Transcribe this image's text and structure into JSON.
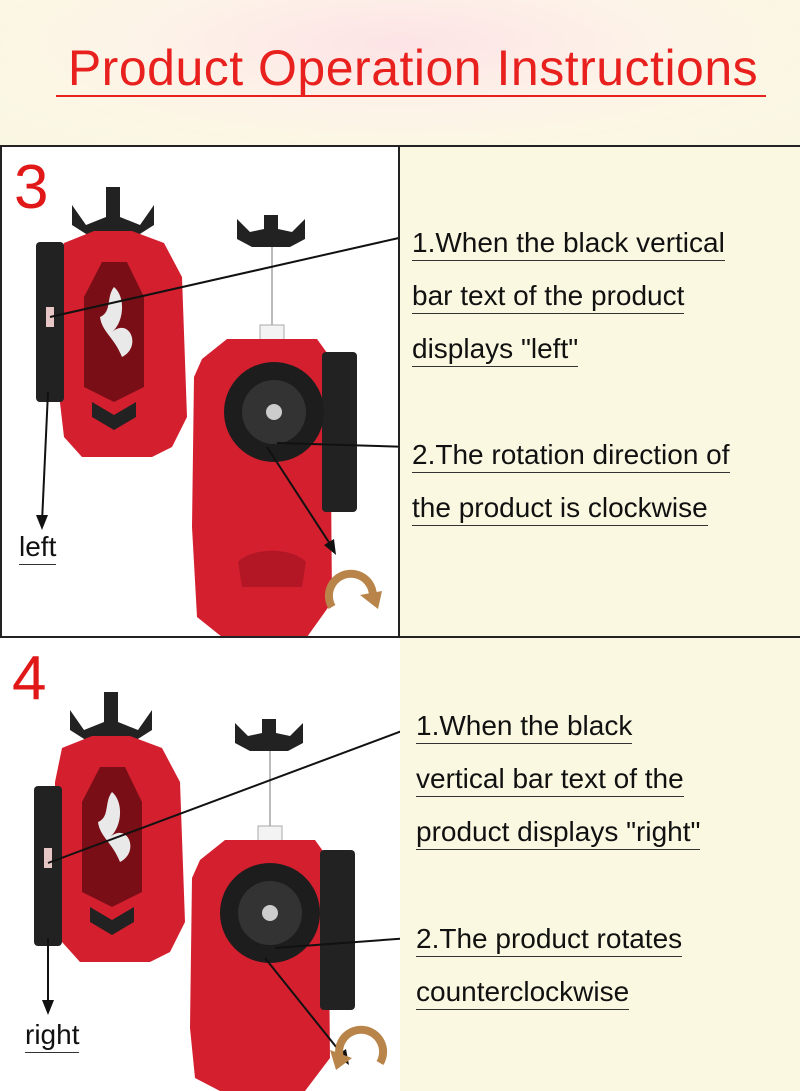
{
  "header": {
    "title": "Product Operation Instructions"
  },
  "steps": [
    {
      "number": "3",
      "direction_label": "left",
      "instruction_1": [
        "1.When the black vertical",
        "bar text of the product",
        "displays \"left\""
      ],
      "instruction_2": [
        "2.The rotation direction of",
        "the product is clockwise"
      ]
    },
    {
      "number": "4",
      "direction_label": "right",
      "instruction_1": [
        "1.When the black",
        "vertical bar text of the",
        "product displays \"right\""
      ],
      "instruction_2": [
        "2.The product rotates",
        "counterclockwise"
      ]
    }
  ],
  "colors": {
    "title_red": "#e8201e",
    "launcher_red": "#d41f2f",
    "arrow_tan": "#b8844a",
    "text_bg": "#fbf8e1"
  },
  "icons": [
    "launcher-device-left",
    "launcher-device-right",
    "rotation-arrow-icon"
  ]
}
